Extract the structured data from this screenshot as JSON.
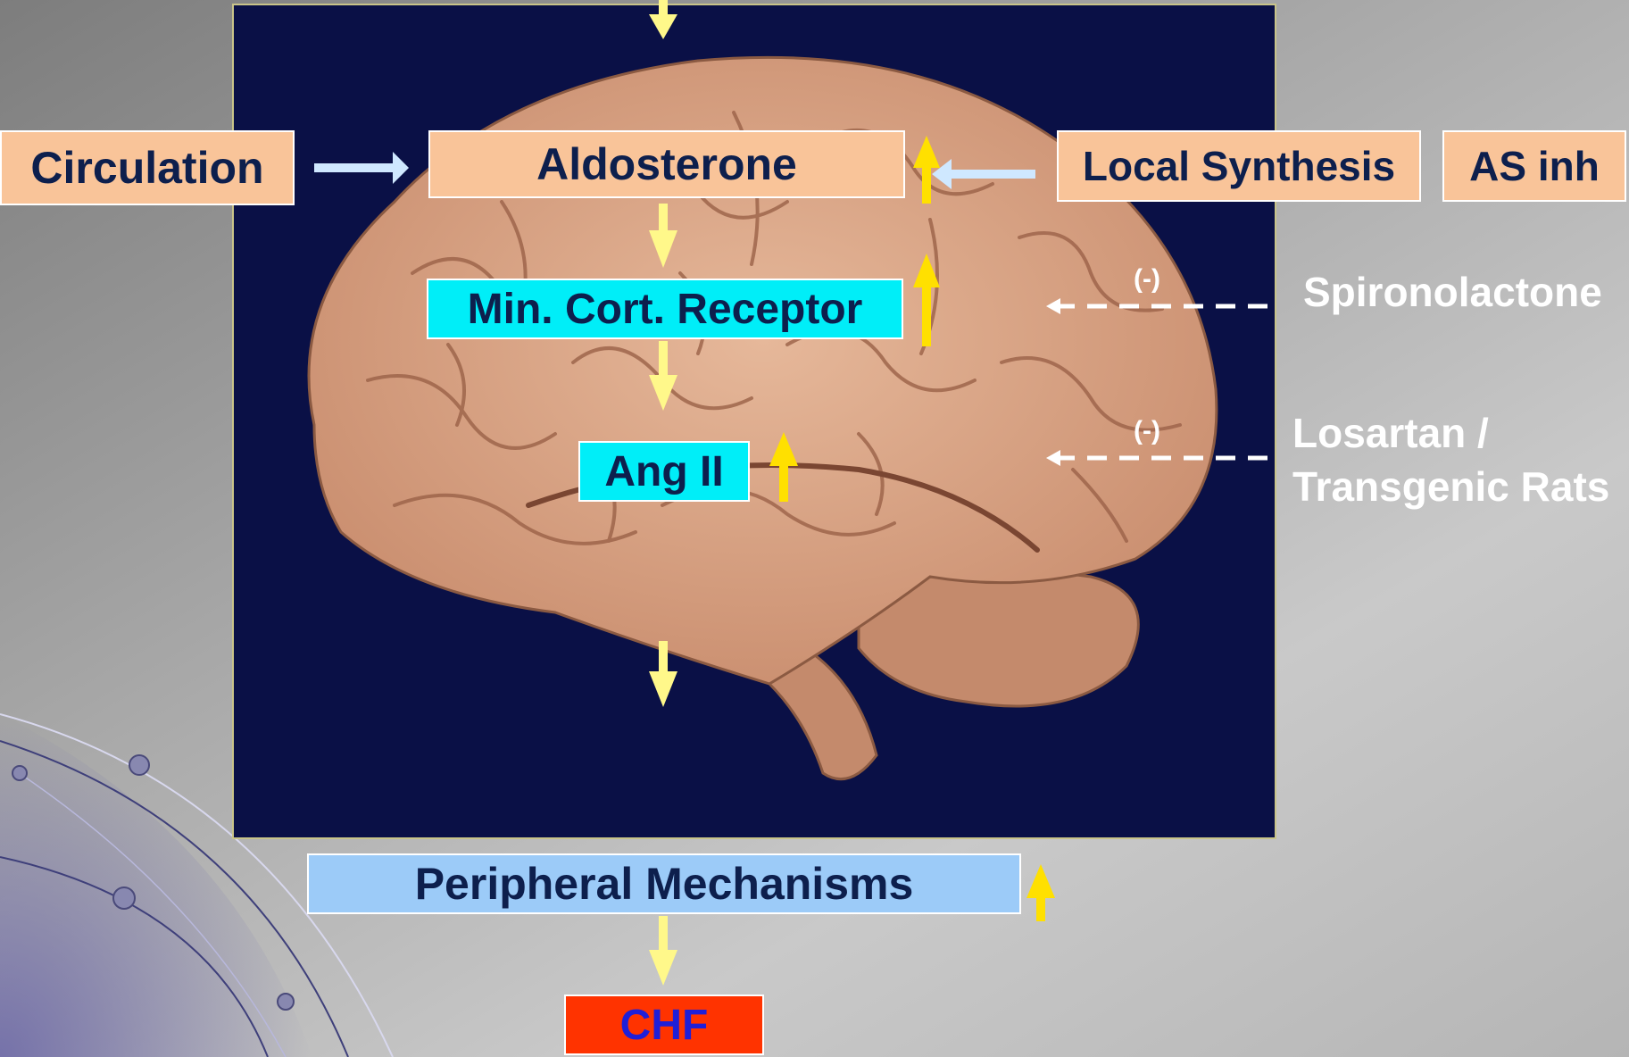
{
  "diagram": {
    "circulation": "Circulation",
    "aldosterone": "Aldosterone",
    "local_synthesis": "Local Synthesis",
    "as_inh": "AS inh",
    "min_cort_receptor": "Min. Cort. Receptor",
    "ang_ii": "Ang II",
    "spironolactone": "Spironolactone",
    "losartan_line1": "Losartan /",
    "losartan_line2": "Transgenic Rats",
    "inhibit_1": "(-)",
    "inhibit_2": "(-)",
    "peripheral_mechanisms": "Peripheral Mechanisms",
    "chf": "CHF"
  },
  "colors": {
    "panel_background": "#0a1046",
    "peach_box": "#f9c499",
    "cyan_box": "#00eef8",
    "blue_box": "#9ccbf8",
    "red_box": "#ff3300",
    "down_arrow": "#fff88a",
    "up_arrow": "#ffe000",
    "light_blue_arrow": "#cfe8ff",
    "box_text": "#0d1f4d",
    "chf_text": "#1f1fd8"
  },
  "icons": {
    "brain": "brain-illustration",
    "down_arrow": "down-arrow-icon",
    "up_arrow": "up-arrow-icon",
    "right_arrow": "right-arrow-icon",
    "left_arrow": "left-arrow-icon"
  }
}
